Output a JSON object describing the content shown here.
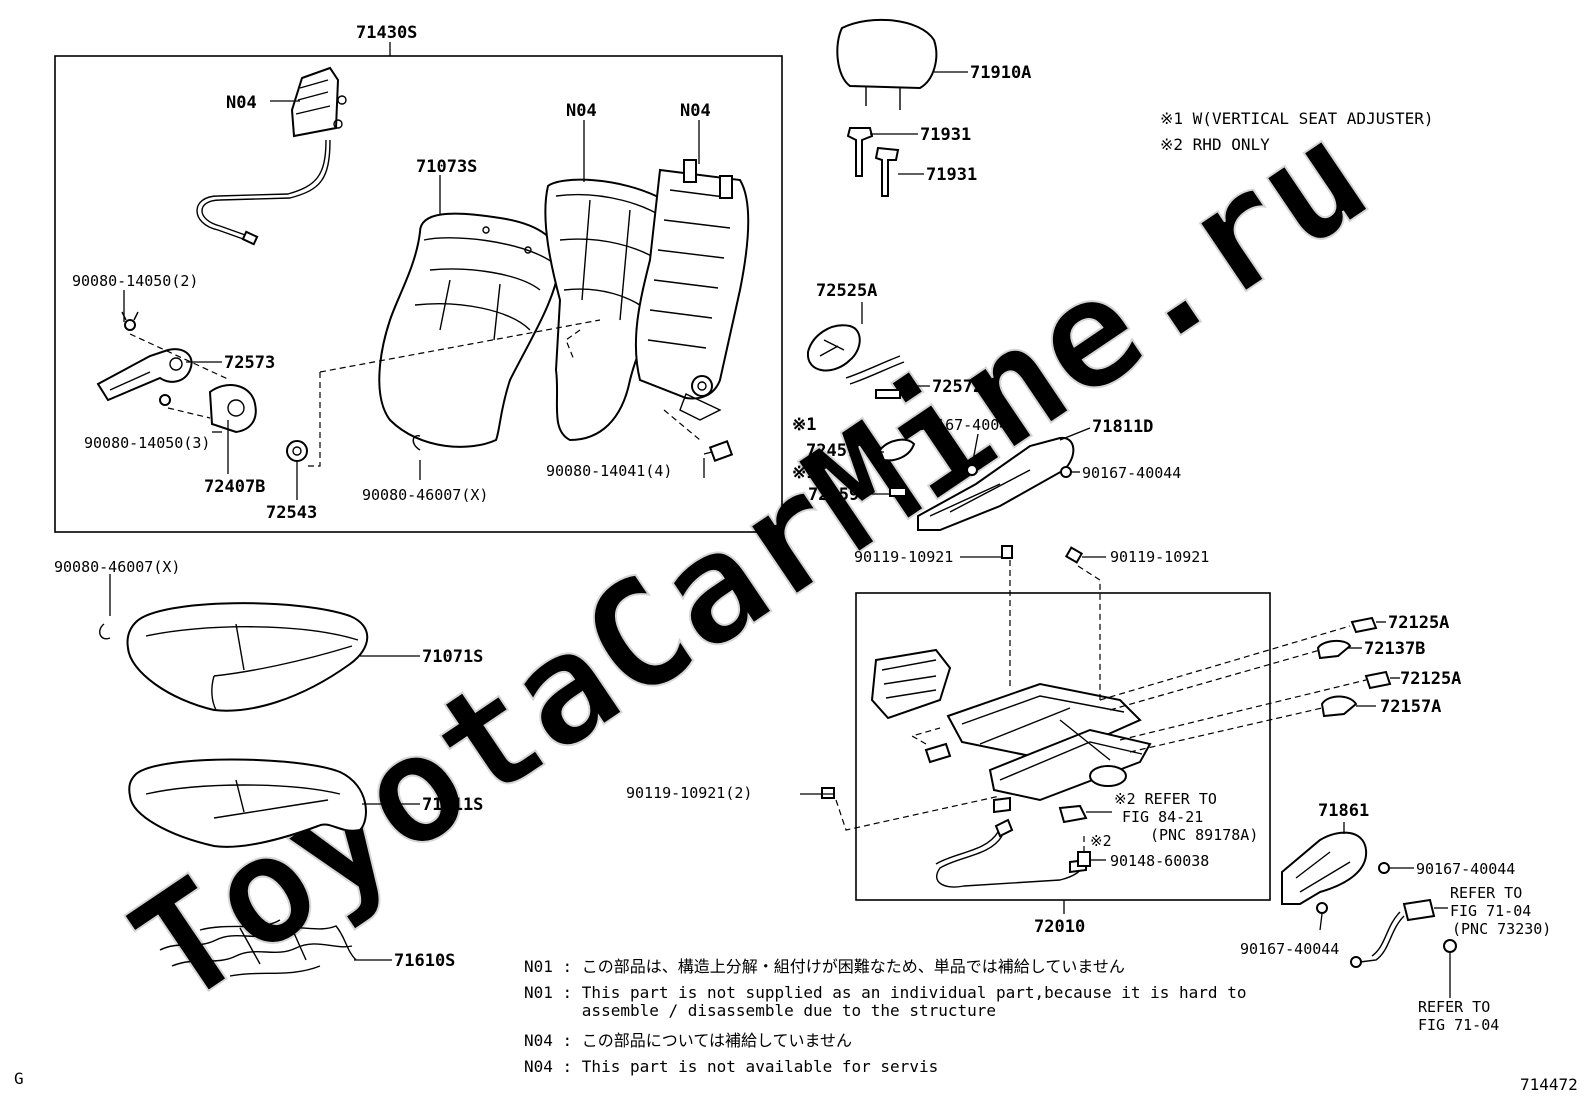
{
  "labels": {
    "l71430s": "71430S",
    "l_n04_a": "N04",
    "l_n04_b": "N04",
    "l_n04_c": "N04",
    "l71073s": "71073S",
    "l90080_14050_2": "90080-14050(2)",
    "l72573": "72573",
    "l90080_14050_3": "90080-14050(3)",
    "l72407b": "72407B",
    "l72543": "72543",
    "l90080_46007_x_a": "90080-46007(X)",
    "l90080_14041_4": "90080-14041(4)",
    "l71910a": "71910A",
    "l71931_a": "71931",
    "l71931_b": "71931",
    "l72525a": "72525A",
    "l72572b": "72572B",
    "l_mark1_a": "※1",
    "l72457": "72457",
    "l_mark1_b": "※1",
    "l72459": "72459",
    "l90167_40044_a": "90167-40044",
    "l71811d": "71811D",
    "l90167_40044_b": "90167-40044",
    "l90119_10921_a": "90119-10921",
    "l90119_10921_b": "90119-10921",
    "l72125a_a": "72125A",
    "l72137b": "72137B",
    "l72125a_b": "72125A",
    "l72157a": "72157A",
    "l90080_46007_x_b": "90080-46007(X)",
    "l71071s": "71071S",
    "l71511s": "71511S",
    "l71610s": "71610S",
    "l90119_10921_2": "90119-10921(2)",
    "l_refer1_a": "※2 REFER TO",
    "l_refer1_b": "FIG 84-21",
    "l_refer1_c": "(PNC 89178A)",
    "l_mark2": "※2",
    "l90148_60038": "90148-60038",
    "l72010": "72010",
    "l71861": "71861",
    "l90167_40044_c": "90167-40044",
    "l90167_40044_d": "90167-40044",
    "l_refer2_a": "REFER TO",
    "l_refer2_b": "FIG 71-04",
    "l_refer2_c": "(PNC 73230)",
    "l_refer3_a": "REFER TO",
    "l_refer3_b": "FIG 71-04"
  },
  "legend": {
    "line1": "※1 W(VERTICAL SEAT ADJUSTER)",
    "line2": "※2 RHD ONLY"
  },
  "notes": {
    "n1": "N01 : この部品は、構造上分解・組付けが困難なため、単品では補給していません",
    "n2a": "N01 : This part is not supplied as an individual part,because it is hard to",
    "n2b": "      assemble / disassemble due to the structure",
    "n3": "N04 : この部品については補給していません",
    "n4": "N04 : This part is not available for servis"
  },
  "footer": {
    "left": "G",
    "right": "714472"
  },
  "watermark": "ToyotaCarMine.ru"
}
